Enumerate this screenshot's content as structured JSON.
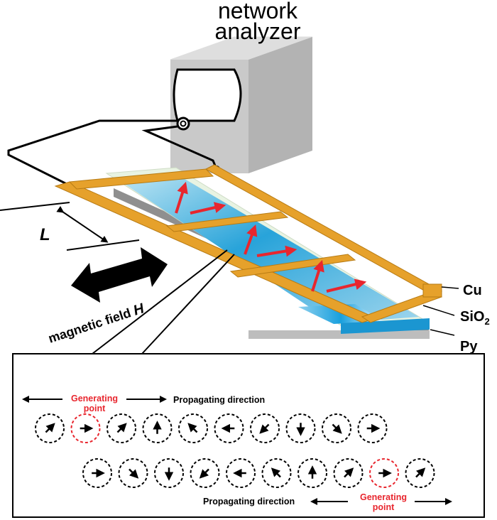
{
  "title_line1": "network",
  "title_line2": "analyzer",
  "label_L": "L",
  "label_magnetic_field": "magnetic field",
  "label_H": "H",
  "layer_cu": "Cu",
  "layer_sio2": "SiO",
  "layer_sio2_sub": "2",
  "layer_py": "Py",
  "inset": {
    "generating_point_line1": "Generating",
    "generating_point_line2": "point",
    "propagating_direction": "Propagating direction",
    "top_row_angles_deg": [
      45,
      0,
      45,
      90,
      135,
      180,
      225,
      270,
      315,
      0
    ],
    "bottom_row_angles_deg": [
      0,
      315,
      270,
      225,
      180,
      135,
      90,
      45,
      0,
      45
    ],
    "top_row_generating_index": 1,
    "bottom_row_generating_index": 8
  },
  "colors": {
    "copper": "#e6a12b",
    "device_box_front": "#c9c9c9",
    "device_box_top": "#dedede",
    "device_box_side": "#b3b3b3",
    "py_film": "#1e9fd9",
    "arrow_red": "#e8262e",
    "generating_red": "#e8262e"
  }
}
